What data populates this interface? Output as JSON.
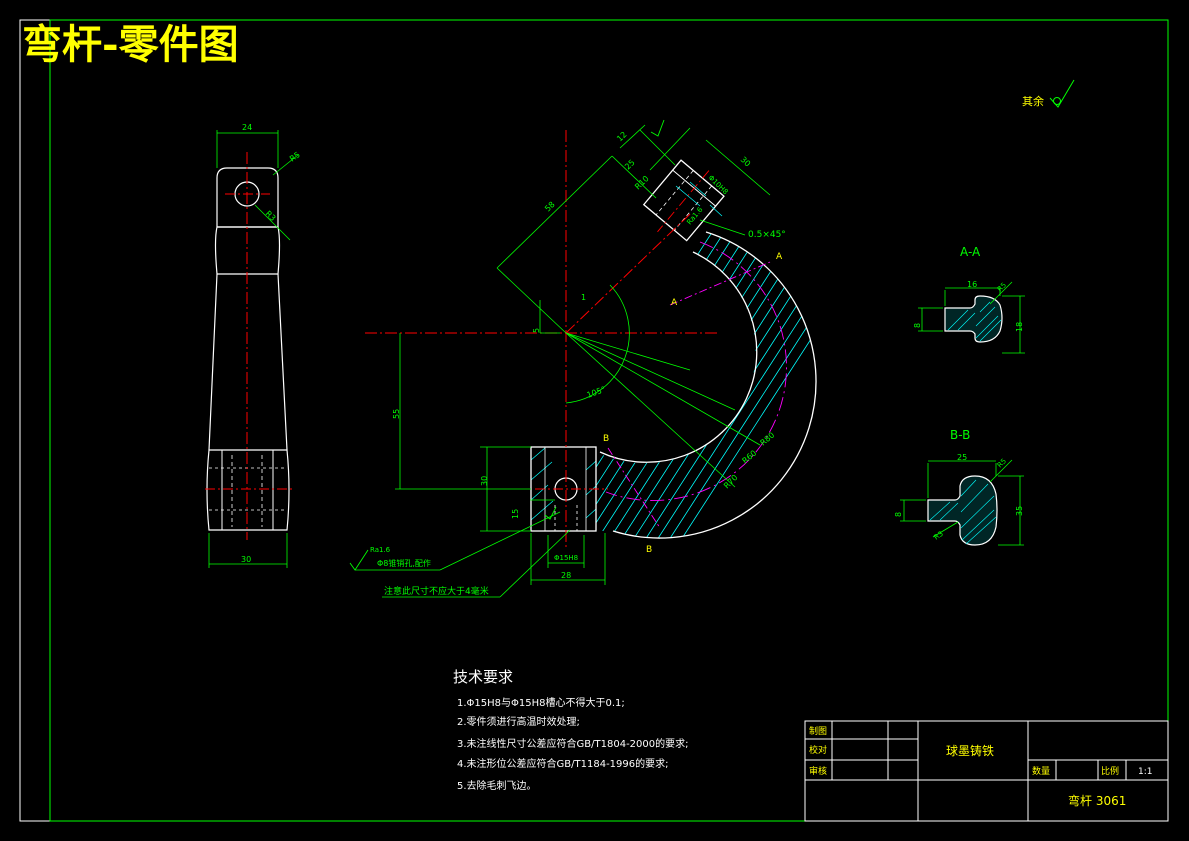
{
  "header": {
    "title": "弯杆-零件图"
  },
  "roughness_note": {
    "label": "其余"
  },
  "front_view": {
    "dim_width_top": "24",
    "dim_r_top": "R5",
    "dim_r_small": "R3",
    "dim_width_bottom": "30"
  },
  "main_view": {
    "dim_58": "58",
    "dim_12": "12",
    "dim_30_top": "30",
    "dim_25_top": "25",
    "dim_r10": "R10",
    "dim_hole_top": "Φ10H8",
    "dim_ra_top": "Ra1.6",
    "dim_chamfer": "0.5×45°",
    "dim_1": "1",
    "dim_5": "5",
    "dim_angle": "105°",
    "dim_55": "55",
    "dim_30_left": "30",
    "dim_15_left": "15",
    "dim_r80": "R80",
    "dim_r60": "R60",
    "dim_r70": "R70",
    "dim_hole_bottom": "Φ15H8",
    "dim_28": "28",
    "dim_ra_bottom": "Ra1.6",
    "note_hole": "Φ8锥销孔,配作",
    "note_draft": "注意此尺寸不应大于4毫米",
    "cut_a_top": "A",
    "cut_a_inner": "A",
    "cut_b_top": "B",
    "cut_b_bottom": "B"
  },
  "section_aa": {
    "label": "A-A",
    "dim_16": "16",
    "dim_r5": "R5",
    "dim_8": "8",
    "dim_18": "18"
  },
  "section_bb": {
    "label": "B-B",
    "dim_25": "25",
    "dim_r3": "R3",
    "dim_r5": "R5",
    "dim_8": "8",
    "dim_35": "35"
  },
  "tech_req": {
    "title": "技术要求",
    "items": [
      "1.Φ15H8与Φ15H8槽心不得大于0.1;",
      "2.零件须进行高温时效处理;",
      "3.未注线性尺寸公差应符合GB/T1804-2000的要求;",
      "4.未注形位公差应符合GB/T1184-1996的要求;",
      "5.去除毛刺飞边。"
    ]
  },
  "title_block": {
    "drawn_label": "制图",
    "check_label": "校对",
    "review_label": "审核",
    "material": "球墨铸铁",
    "qty_label": "数量",
    "scale_label": "比例",
    "scale_value": "1:1",
    "part_name": "弯杆 3061"
  },
  "colors": {
    "background": "#000000",
    "frame": "#ffffff",
    "outline": "#ffffff",
    "dimension": "#00ff00",
    "center": "#ff0000",
    "hatch": "#00ffff",
    "cutline": "#ff00ff",
    "title": "#ffff00",
    "labels": "#ffff00"
  }
}
